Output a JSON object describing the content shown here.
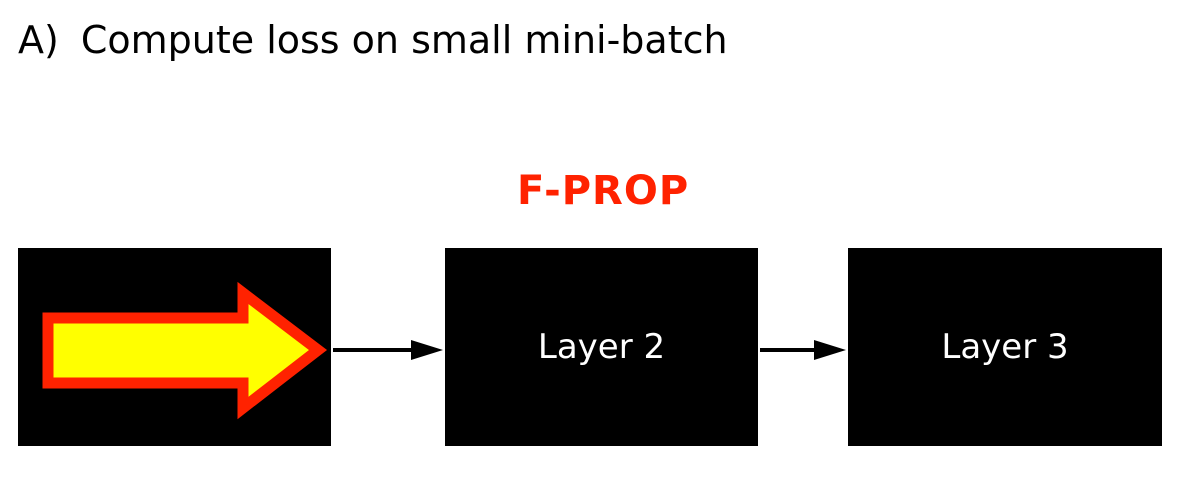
{
  "heading": {
    "marker": "A)",
    "text": "Compute loss on small mini-batch"
  },
  "pass_label": "F-PROP",
  "layers": [
    {
      "label": ""
    },
    {
      "label": "Layer 2"
    },
    {
      "label": "Layer 3"
    }
  ],
  "colors": {
    "box_fill": "#000000",
    "label_text": "#ffffff",
    "pass_label": "#ff2200",
    "arrow_fill": "#ffff00",
    "arrow_outline": "#ff2200",
    "connector": "#000000"
  },
  "icons": {
    "forward_arrow": "arrow-right-icon"
  }
}
